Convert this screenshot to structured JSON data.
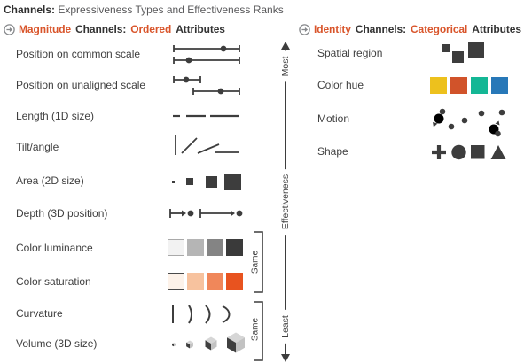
{
  "title": {
    "lead": "Channels:",
    "rest": "Expressiveness Types and Effectiveness Ranks"
  },
  "accent_color": "#d9552b",
  "glyph_stroke_color": "#3d3d3d",
  "sections": {
    "left": {
      "header": {
        "accent1": "Magnitude",
        "plain1": "Channels:",
        "accent2": "Ordered",
        "plain2": "Attributes"
      },
      "rows": [
        {
          "label": "Position on common scale",
          "glyph": "aligned-dot-scales-icon"
        },
        {
          "label": "Position on unaligned scale",
          "glyph": "unaligned-dot-scales-icon"
        },
        {
          "label": "Length (1D size)",
          "glyph": "dashes-increasing-length-icon"
        },
        {
          "label": "Tilt/angle",
          "glyph": "lines-decreasing-tilt-icon"
        },
        {
          "label": "Area (2D size)",
          "glyph": "squares-increasing-size-icon"
        },
        {
          "label": "Depth (3D position)",
          "glyph": "arrows-to-dots-icon"
        },
        {
          "label": "Color luminance",
          "glyph": "luminance-ramp-swatches",
          "swatches": [
            "#f2f2f2",
            "#b5b5b5",
            "#848484",
            "#3a3a3a"
          ]
        },
        {
          "label": "Color saturation",
          "glyph": "saturation-ramp-swatches",
          "swatches": [
            "#fdf2e9",
            "#f7c29e",
            "#f0875a",
            "#e8531f"
          ]
        },
        {
          "label": "Curvature",
          "glyph": "arcs-increasing-curvature-icon"
        },
        {
          "label": "Volume (3D size)",
          "glyph": "cubes-increasing-size-icon"
        }
      ]
    },
    "right": {
      "header": {
        "accent1": "Identity",
        "plain1": "Channels:",
        "accent2": "Categorical",
        "plain2": "Attributes"
      },
      "rows": [
        {
          "label": "Spatial region",
          "glyph": "scattered-squares-icon"
        },
        {
          "label": "Color hue",
          "glyph": "hue-swatches",
          "swatches": [
            "#edc11d",
            "#d1532a",
            "#14b795",
            "#2878b8"
          ]
        },
        {
          "label": "Motion",
          "glyph": "moving-dots-icon"
        },
        {
          "label": "Shape",
          "glyph": "plus-circle-square-triangle-icon"
        }
      ]
    }
  },
  "axis": {
    "top_label": "Most",
    "mid_label": "Effectiveness",
    "bottom_label": "Least"
  },
  "brackets": [
    {
      "label": "Same"
    },
    {
      "label": "Same"
    }
  ]
}
